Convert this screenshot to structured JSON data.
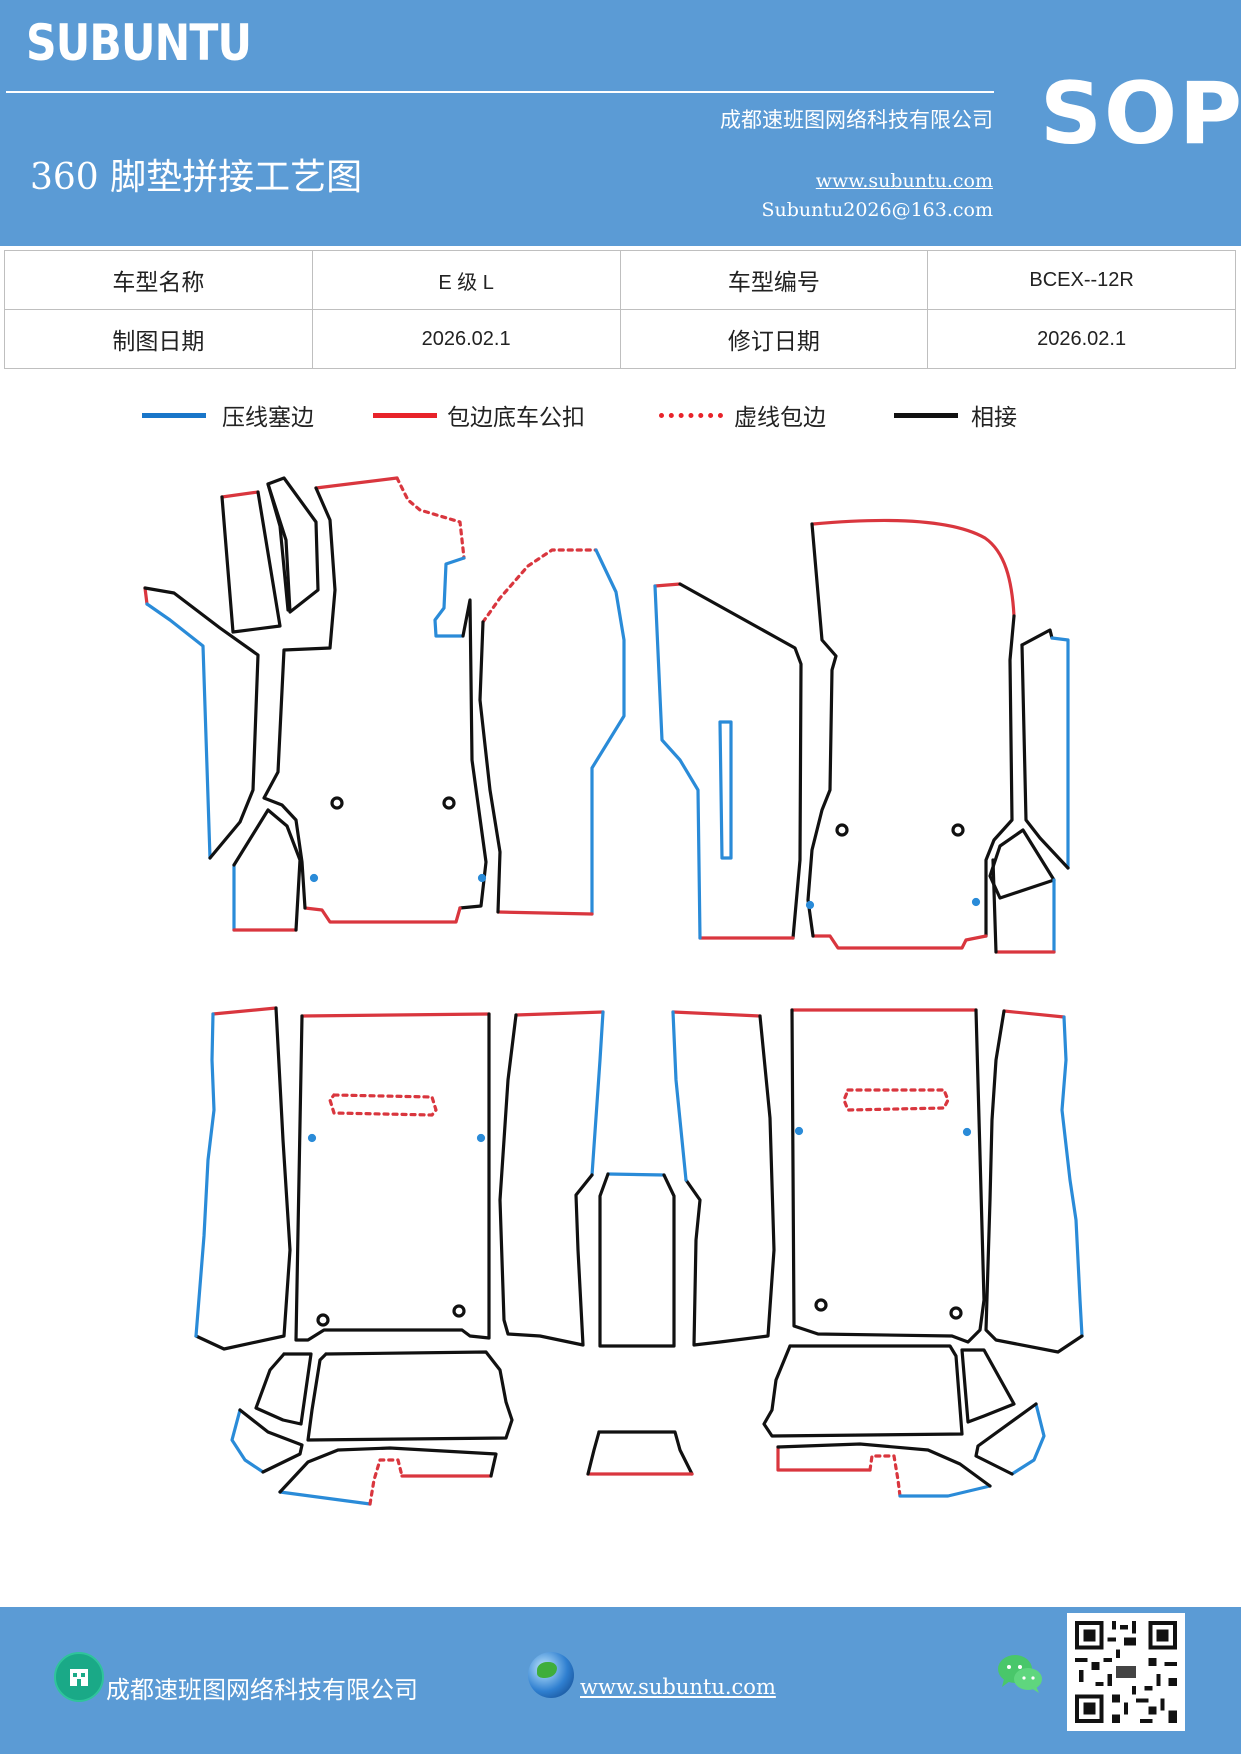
{
  "header": {
    "logo": "SUBUNTU",
    "sop": "SOP",
    "company": "成都速班图网络科技有限公司",
    "title": "360 脚垫拼接工艺图",
    "website": "www.subuntu.com",
    "email": "Subuntu2026@163.com",
    "background": "#5b9bd5"
  },
  "info_table": {
    "rows": [
      [
        "车型名称",
        "E 级 L",
        "车型编号",
        "BCEX--12R"
      ],
      [
        "制图日期",
        "2026.02.1",
        "修订日期",
        "2026.02.1"
      ]
    ]
  },
  "legend": [
    {
      "label": "压线塞边",
      "style": "solid",
      "color": "#1976c9"
    },
    {
      "label": "包边底车公扣",
      "style": "solid",
      "color": "#e8232a"
    },
    {
      "label": "虚线包边",
      "style": "dotted",
      "color": "#e8232a"
    },
    {
      "label": "相接",
      "style": "solid",
      "color": "#111111"
    }
  ],
  "colors": {
    "blue_edge": "#2a8bd8",
    "red_edge": "#d9363e",
    "black_edge": "#111111"
  },
  "footer": {
    "company": "成都速班图网络科技有限公司",
    "website": "www.subuntu.com",
    "company_icon": "building-icon",
    "website_icon": "globe-icon",
    "wechat_icon": "wechat-icon",
    "qr_icon": "qr-code"
  }
}
